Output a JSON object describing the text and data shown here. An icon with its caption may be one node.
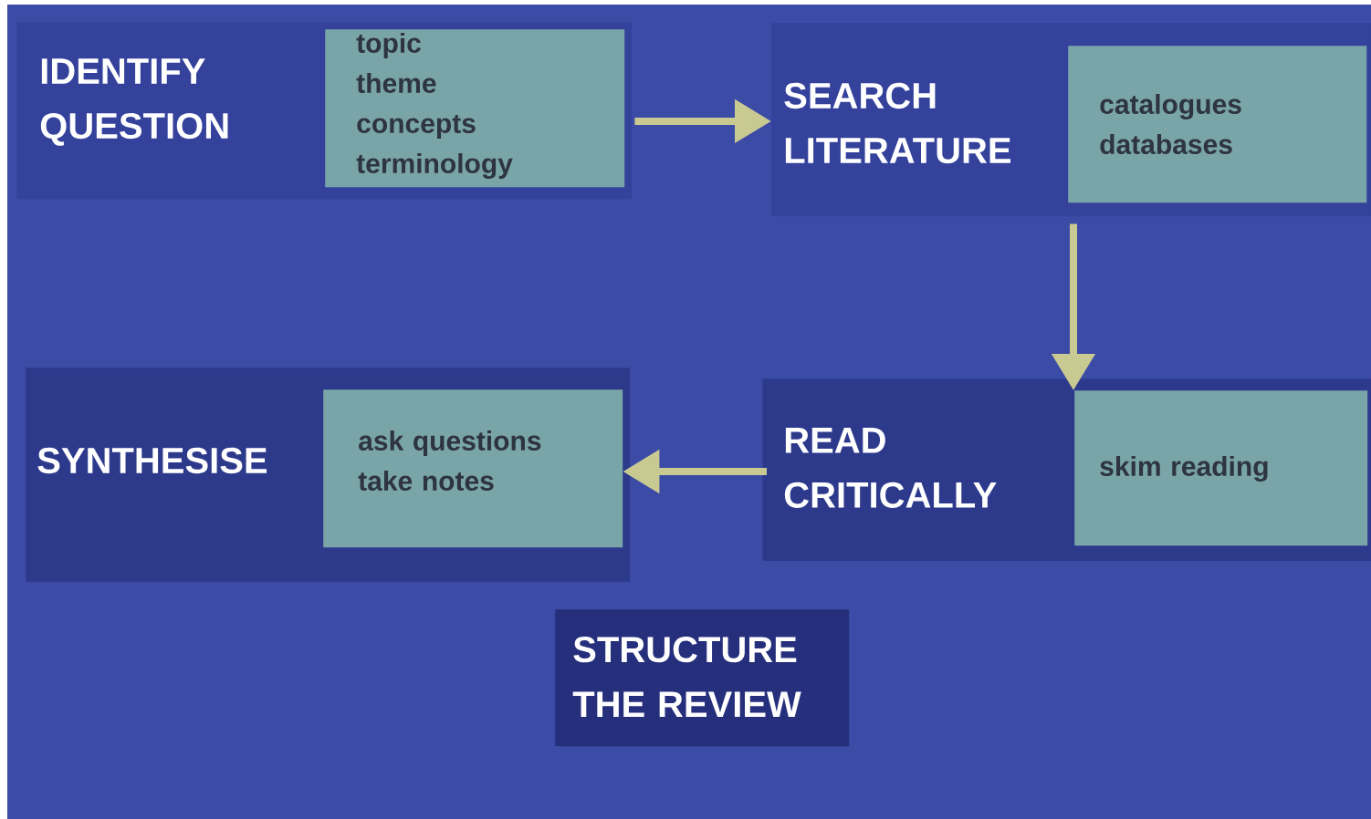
{
  "diagram": {
    "nodes": [
      {
        "text": [
          "IDENTIFY QUESTION"
        ]
      },
      {
        "text": [
          "topic",
          "theme",
          "concepts",
          "terminology"
        ],
        "in": 0
      },
      {
        "text": [
          "SEARCH LITERATURE"
        ]
      },
      {
        "text": [
          "catalogues",
          "databases"
        ],
        "in": 2
      },
      {
        "text": [
          "READ CRITICALLY"
        ]
      },
      {
        "text": [
          "skim reading"
        ],
        "in": 4
      },
      {
        "text": [
          "SYNTHESISE"
        ]
      },
      {
        "text": [
          "ask questions",
          "take notes"
        ],
        "in": 6
      },
      {
        "text": [
          "STRUCTURE THE REVIEW"
        ]
      }
    ],
    "edges": [
      {
        "from": 1,
        "to": 2,
        "arrow": "to"
      },
      {
        "from": 2,
        "to": 5,
        "arrow": "to"
      },
      {
        "from": 4,
        "to": 7,
        "arrow": "to"
      }
    ]
  }
}
